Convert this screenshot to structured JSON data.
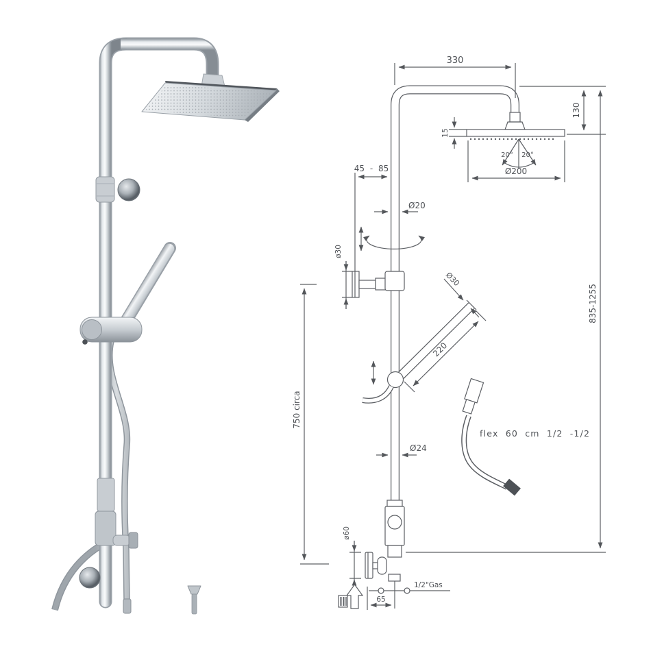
{
  "page": {
    "background": "#ffffff",
    "colors": {
      "drawing_line": "#54575c",
      "drawing_text": "#46494e",
      "chrome_light": "#f9fafb",
      "chrome_mid": "#c4cacf",
      "chrome_dark": "#7e858c",
      "flange_dark": "#565d64",
      "fitting_dark": "#3f444a"
    }
  },
  "diagram": {
    "labels": {
      "arm_width": "330",
      "head_drop": "130",
      "head_thickness": "15",
      "spray_angle_left": "20°",
      "spray_angle_right": "20°",
      "head_diameter": "Ø200",
      "wall_clearance": "45 - 85",
      "riser_upper_diameter": "Ø20",
      "bracket_flange_diameter": "ø30",
      "handshower_diameter": "Ø30",
      "handshower_length": "220",
      "riser_length": "750 circa",
      "riser_lower_diameter": "Ø24",
      "overall_height": "835-1255",
      "flex_hose": "flex 60 cm 1/2 -1/2",
      "valve_flange_diameter": "ø60",
      "inlet_thread": "1/2\"Gas",
      "inlet_offset": "65"
    }
  }
}
